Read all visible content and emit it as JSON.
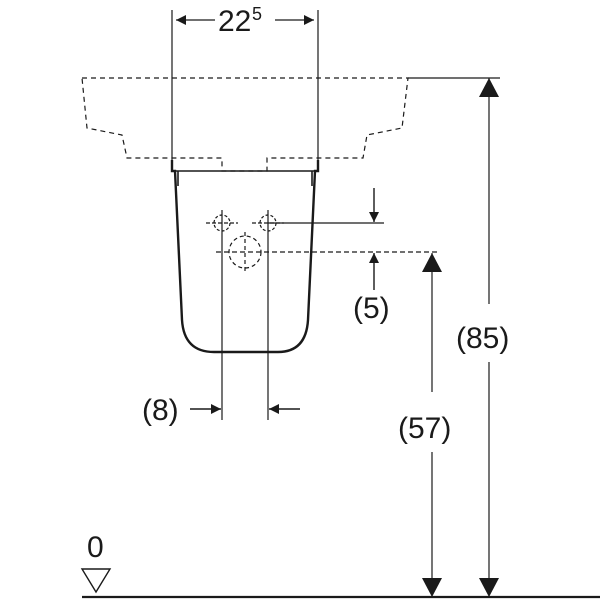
{
  "drawing": {
    "line_color": "#1a1a1a",
    "background": "#ffffff",
    "top_width": {
      "base": "22",
      "sup": "5"
    },
    "left_offset": "(8)",
    "drop": "(5)",
    "outlet_height": "(57)",
    "total_height": "(85)",
    "floor_mark": "0",
    "icons": {
      "floor": "floor-level-triangle-icon",
      "water_left": "water-connection-crosshair-icon",
      "water_right": "water-connection-crosshair-icon",
      "drain": "drain-circle-icon"
    }
  }
}
